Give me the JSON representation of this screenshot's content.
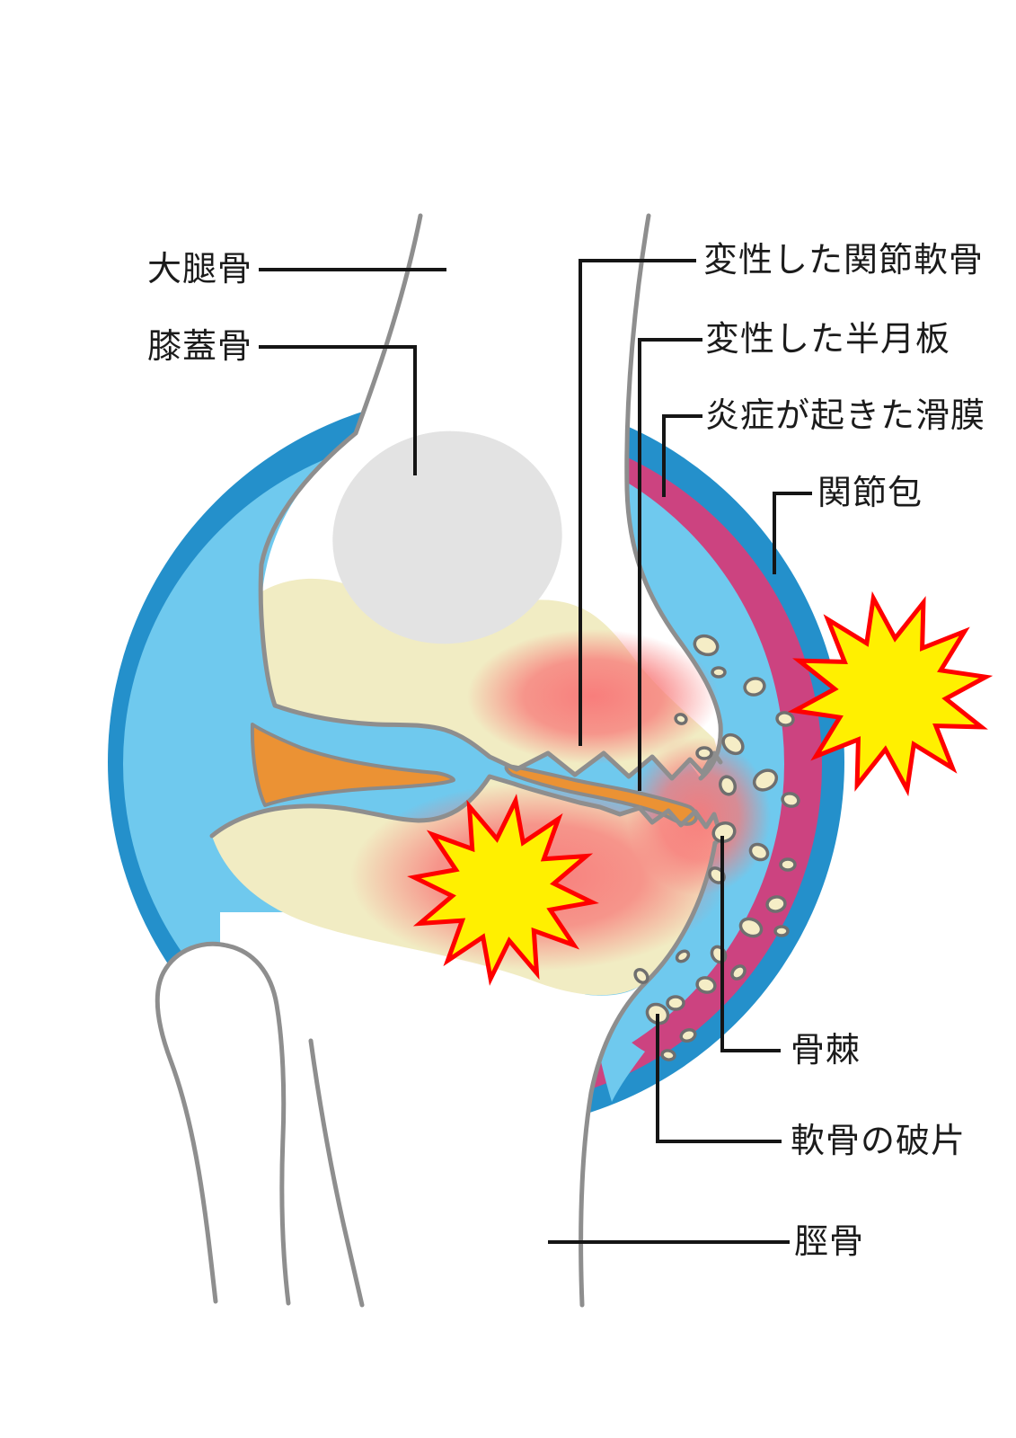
{
  "diagram": {
    "kind": "knee-osteoarthritis-anatomy-illustration",
    "labels": {
      "femur": "大腿骨",
      "patella": "膝蓋骨",
      "degenerated_cartilage": "変性した関節軟骨",
      "degenerated_meniscus": "変性した半月板",
      "inflamed_synovium": "炎症が起きた滑膜",
      "joint_capsule": "関節包",
      "osteophyte": "骨棘",
      "cartilage_fragments": "軟骨の破片",
      "tibia": "脛骨"
    },
    "colors": {
      "capsule_blue": "#2490CB",
      "synovium_pink": "#CC4380",
      "cavity_blue": "#6FC9EE",
      "bone_cream": "#F1ECC3",
      "meniscus_orange": "#EB9234",
      "patella_gray": "#E3E3E3",
      "outline_gray": "#8E8E8E",
      "fragment_fill": "#F5EDC6",
      "fragment_outline": "#6F6F6F",
      "inflammation_glow": "#F87878",
      "pain_star_yellow": "#FFF000",
      "pain_star_red": "#FF0000",
      "leader_line": "#151515"
    }
  }
}
